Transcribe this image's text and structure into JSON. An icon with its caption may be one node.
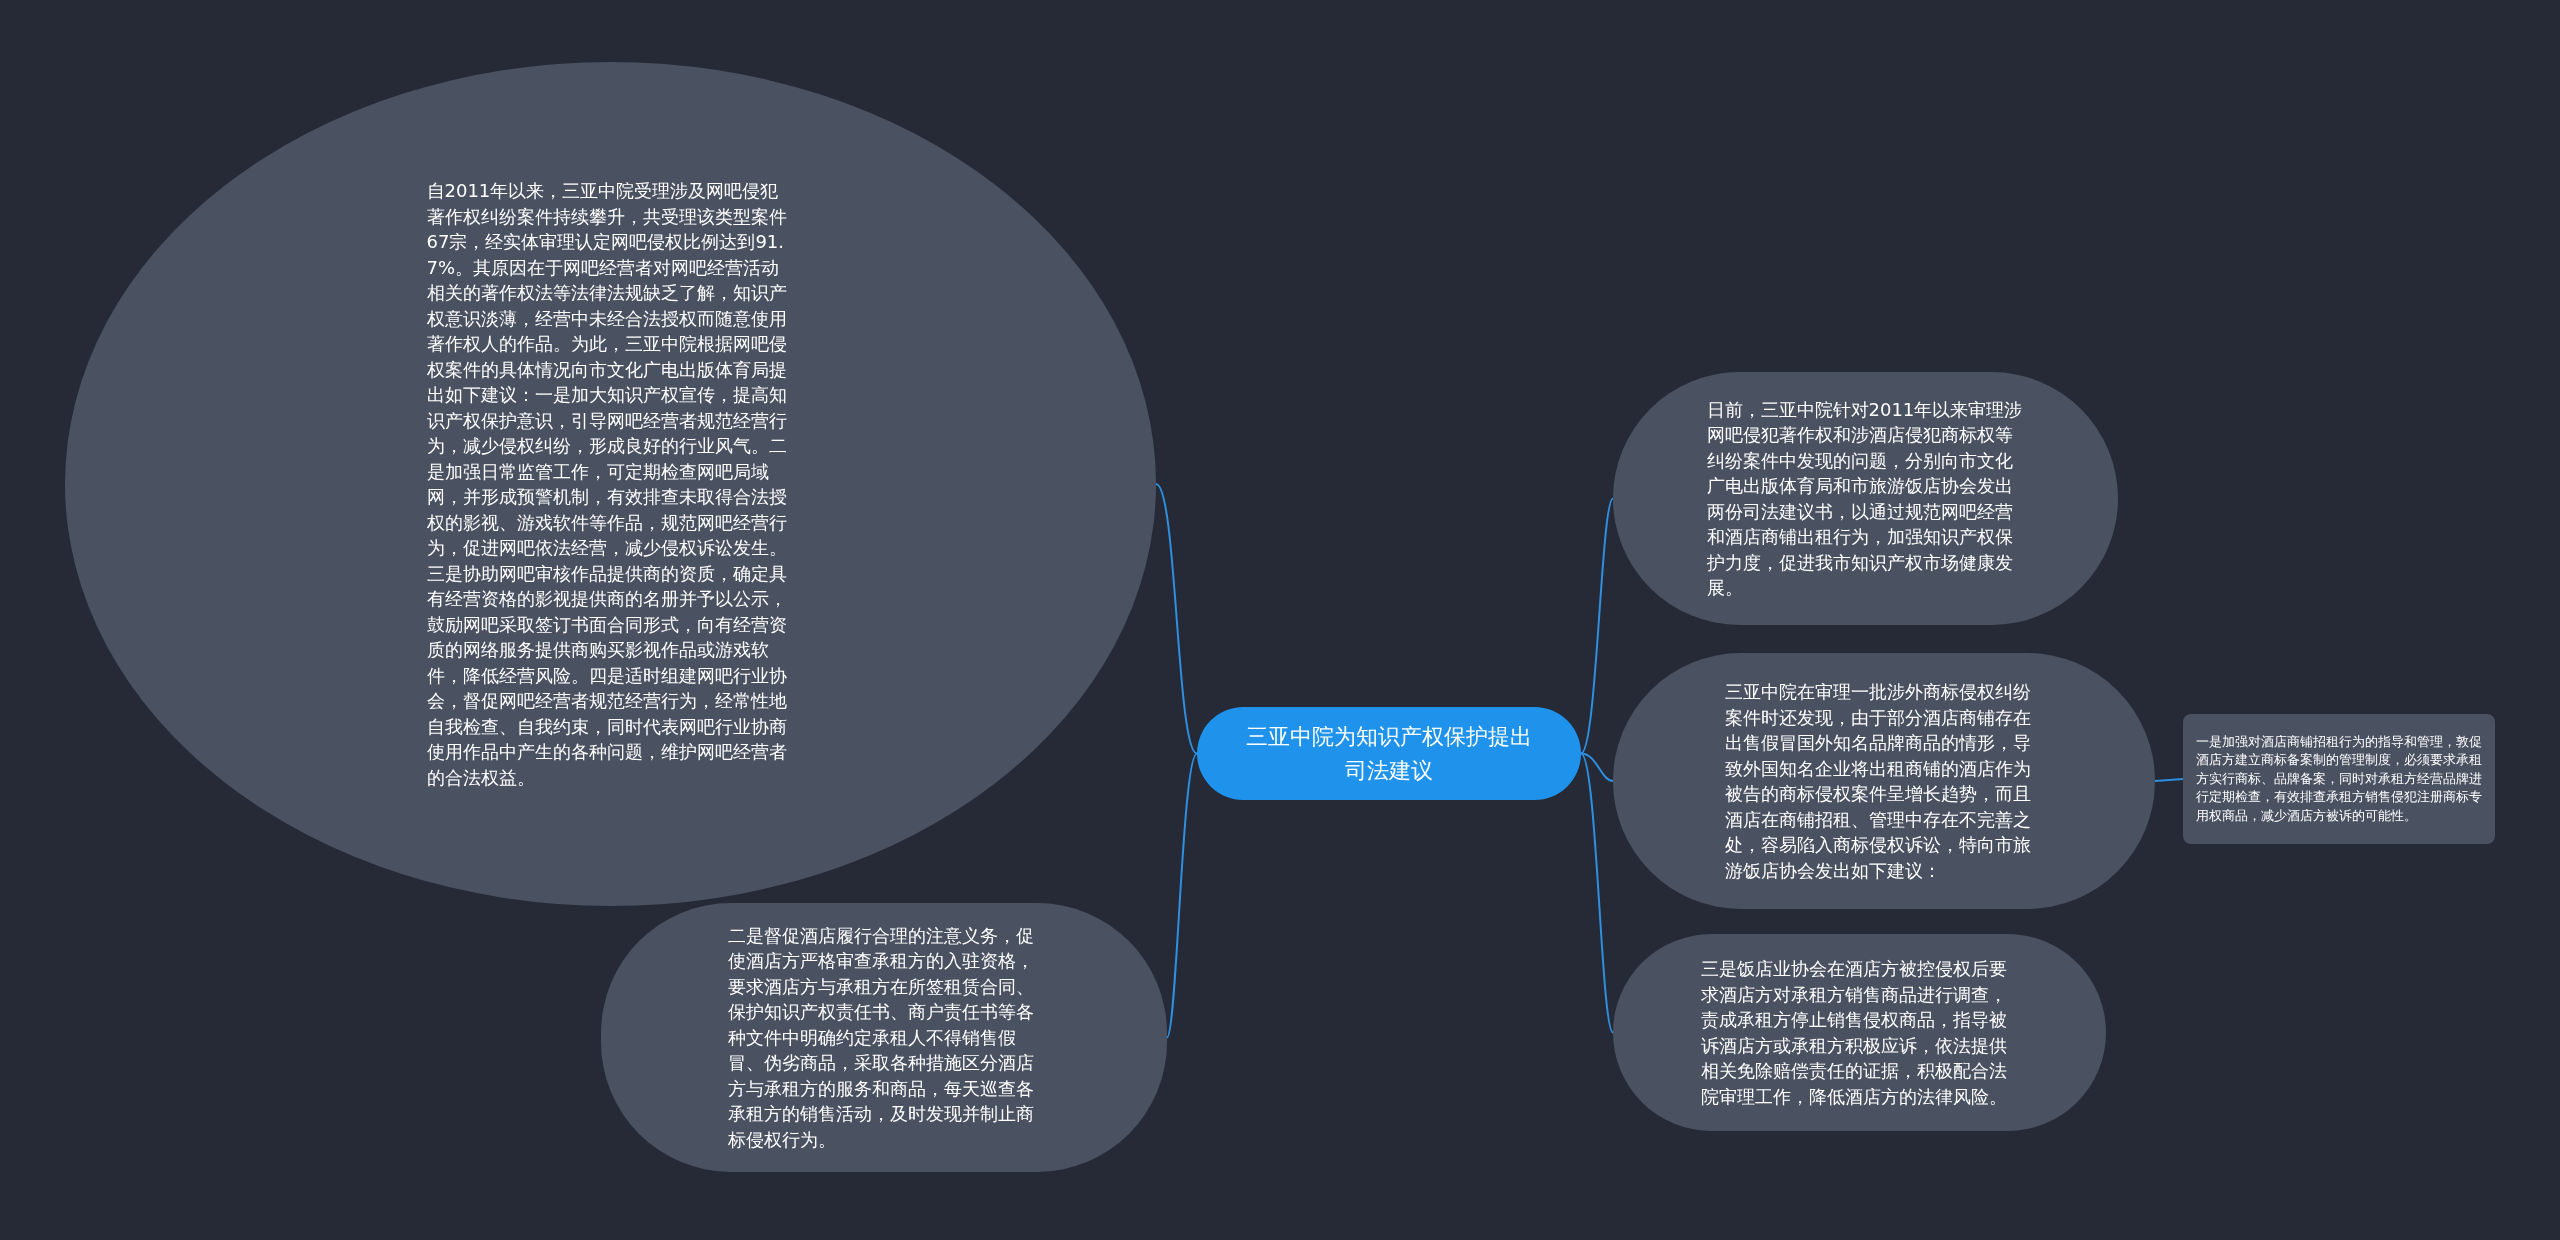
{
  "diagram": {
    "nodes": [
      {
        "text": [
          "三亚中院为知识产权保护提出司法建议"
        ]
      },
      {
        "text": [
          "自2011年以来，三亚中院受理涉及网吧侵犯著作权纠纷案件持续攀升，共受理该类型案件67宗，经实体审理认定网吧侵权比例达到91.7%。其原因在于网吧经营者对网吧经营活动相关的著作权法等法律法规缺乏了解，知识产权意识淡薄，经营中未经合法授权而随意使用著作权人的作品。为此，三亚中院根据网吧侵权案件的具体情况向市文化广电出版体育局提出如下建议：一是加大知识产权宣传，提高知识产权保护意识，引导网吧经营者规范经营行为，减少侵权纠纷，形成良好的行业风气。二是加强日常监管工作，可定期检查网吧局域网，并形成预警机制，有效排查未取得合法授权的影视、游戏软件等作品，规范网吧经营行为，促进网吧依法经营，减少侵权诉讼发生。三是协助网吧审核作品提供商的资质，确定具有经营资格的影视提供商的名册并予以公示，鼓励网吧采取签订书面合同形式，向有经营资质的网络服务提供商购买影视作品或游戏软件，降低经营风险。四是适时组建网吧行业协会，督促网吧经营者规范经营行为，经常性地自我检查、自我约束，同时代表网吧行业协商使用作品中产生的各种问题，维护网吧经营者的合法权益。"
        ]
      },
      {
        "text": [
          "二是督促酒店履行合理的注意义务，促使酒店方严格审查承租方的入驻资格，要求酒店方与承租方在所签租赁合同、保护知识产权责任书、商户责任书等各种文件中明确约定承租人不得销售假冒、伪劣商品，采取各种措施区分酒店方与承租方的服务和商品，每天巡查各承租方的销售活动，及时发现并制止商标侵权行为。"
        ]
      },
      {
        "text": [
          "日前，三亚中院针对2011年以来审理涉网吧侵犯著作权和涉酒店侵犯商标权等纠纷案件中发现的问题，分别向市文化广电出版体育局和市旅游饭店协会发出两份司法建议书，以通过规范网吧经营和酒店商铺出租行为，加强知识产权保护力度，促进我市知识产权市场健康发展。"
        ]
      },
      {
        "text": [
          "三亚中院在审理一批涉外商标侵权纠纷案件时还发现，由于部分酒店商铺存在出售假冒国外知名品牌商品的情形，导致外国知名企业将出租商铺的酒店作为被告的商标侵权案件呈增长趋势，而且酒店在商铺招租、管理中存在不完善之处，容易陷入商标侵权诉讼，特向市旅游饭店协会发出如下建议："
        ]
      },
      {
        "text": [
          "三是饭店业协会在酒店方被控侵权后要求酒店方对承租方销售商品进行调查，责成承租方停止销售侵权商品，指导被诉酒店方或承租方积极应诉，依法提供相关免除赔偿责任的证据，积极配合法院审理工作，降低酒店方的法律风险。"
        ]
      },
      {
        "text": [
          "一是加强对酒店商铺招租行为的指导和管理，敦促酒店方建立商标备案制的管理制度，必须要求承租方实行商标、品牌备案，同时对承租方经营品牌进行定期检查，有效排查承租方销售侵犯注册商标专用权商品，减少酒店方被诉的可能性。"
        ]
      }
    ],
    "edges": [
      {
        "from": 0,
        "to": 1,
        "arrow": "none"
      },
      {
        "from": 0,
        "to": 2,
        "arrow": "none"
      },
      {
        "from": 0,
        "to": 3,
        "arrow": "none"
      },
      {
        "from": 0,
        "to": 4,
        "arrow": "none"
      },
      {
        "from": 0,
        "to": 5,
        "arrow": "none"
      },
      {
        "from": 4,
        "to": 6,
        "arrow": "none"
      }
    ]
  }
}
